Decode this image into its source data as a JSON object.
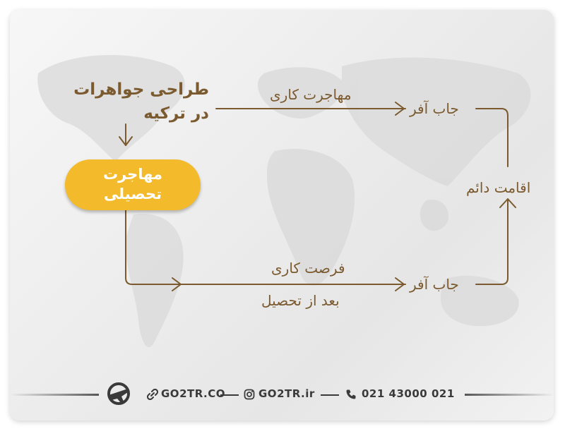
{
  "diagram": {
    "title_line1": "طراحی جواهرات",
    "title_line2": "در ترکیه",
    "pill_line1": "مهاجرت",
    "pill_line2": "تحصیلی",
    "upper_path_label": "مهاجرت کاری",
    "upper_job_offer": "جاب آفر",
    "permanent_residence": "اقامت دائم",
    "lower_path_label_line1": "فرصت کاری",
    "lower_path_label_line2": "بعد از تحصیل",
    "lower_job_offer": "جاب آفر"
  },
  "footer": {
    "website": "GO2TR.CO",
    "instagram": "GO2TR.ir",
    "phone": "021 43000 021"
  },
  "icons": {
    "logo": "airplane-logo-icon",
    "website": "link-icon",
    "instagram": "instagram-icon",
    "phone": "phone-icon"
  },
  "colors": {
    "line": "#7a5a2e",
    "pill": "#f3bb2b",
    "footer_text": "#3a3a3a"
  }
}
